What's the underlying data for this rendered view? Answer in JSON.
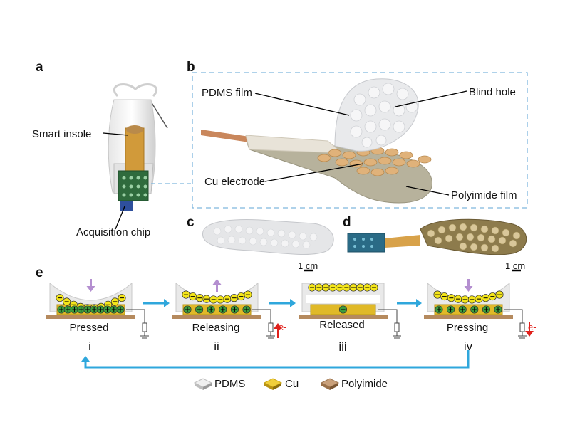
{
  "panels": {
    "a": "a",
    "b": "b",
    "c": "c",
    "d": "d",
    "e": "e"
  },
  "panel_a": {
    "smart_insole": "Smart insole",
    "acquisition_chip": "Acquisition chip"
  },
  "panel_b": {
    "pdms_film": "PDMS film",
    "blind_hole": "Blind hole",
    "cu_electrode": "Cu electrode",
    "polyimide_film": "Polyimide film"
  },
  "scale_bar": "1 cm",
  "panel_e": {
    "states": [
      {
        "name": "Pressed",
        "roman": "i"
      },
      {
        "name": "Releasing",
        "roman": "ii"
      },
      {
        "name": "Released",
        "roman": "iii"
      },
      {
        "name": "Pressing",
        "roman": "iv"
      }
    ],
    "electron_label": "e-"
  },
  "legend": [
    {
      "label": "PDMS",
      "color": "#d9d9d9"
    },
    {
      "label": "Cu",
      "color": "#d9b21c"
    },
    {
      "label": "Polyimide",
      "color": "#b58a5e"
    }
  ],
  "colors": {
    "frame_dash": "#7fb6de",
    "arrow_blue": "#2fa7dc",
    "arrow_purple": "#b48fd0",
    "electron_red": "#e0211c",
    "charge_yellow": "#f4e51a",
    "charge_green": "#3c9d3c"
  }
}
